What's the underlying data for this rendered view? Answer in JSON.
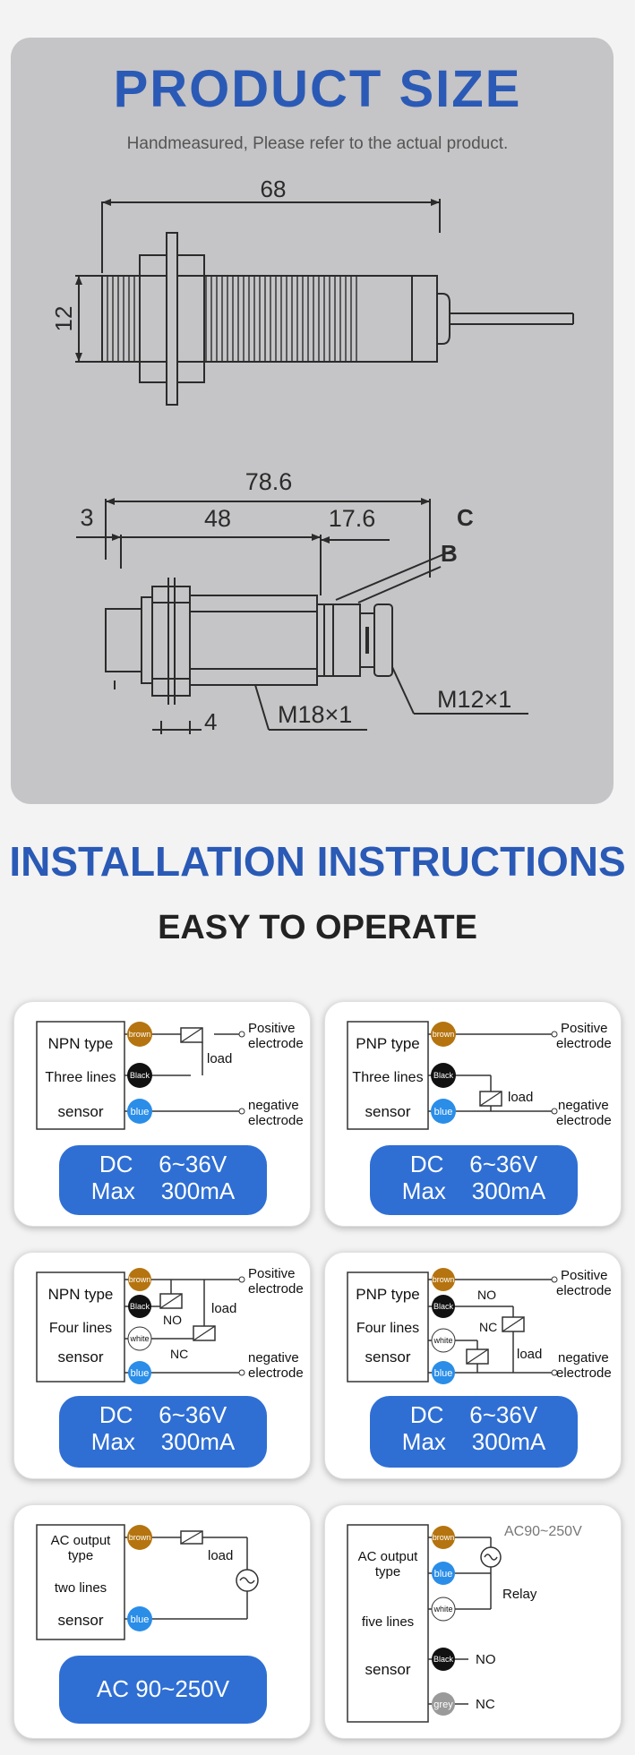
{
  "product_size": {
    "title": "PRODUCT SIZE",
    "subtitle": "Handmeasured, Please refer to the actual product.",
    "top_drawing": {
      "length": "68",
      "diameter": "12"
    },
    "bottom_drawing": {
      "total": "78.6",
      "left": "3",
      "body": "48",
      "tail": "17.6",
      "label_c": "C",
      "label_b": "B",
      "thread_main": "M18×1",
      "thread_connector": "M12×1",
      "nut": "4"
    }
  },
  "installation": {
    "title": "INSTALLATION INSTRUCTIONS",
    "subtitle": "EASY TO OPERATE"
  },
  "wires": {
    "brown": "brown",
    "black": "Black",
    "blue": "blue",
    "white": "white",
    "grey": "grey"
  },
  "wire_colors": {
    "brown": "#b5740f",
    "black": "#111111",
    "blue": "#2a8de8",
    "white": "#ffffff",
    "grey": "#9a9a9a"
  },
  "labels": {
    "positive": [
      "Positive",
      "electrode"
    ],
    "negative": [
      "negative",
      "electrode"
    ],
    "load": "load",
    "no": "NO",
    "nc": "NC",
    "relay": "Relay"
  },
  "cards": [
    {
      "type_lines": [
        "NPN type",
        "Three lines",
        "sensor"
      ],
      "spec": [
        "DC    6~36V",
        "Max    300mA"
      ]
    },
    {
      "type_lines": [
        "PNP type",
        "Three lines",
        "sensor"
      ],
      "spec": [
        "DC    6~36V",
        "Max    300mA"
      ]
    },
    {
      "type_lines": [
        "NPN type",
        "Four lines",
        "sensor"
      ],
      "spec": [
        "DC    6~36V",
        "Max    300mA"
      ]
    },
    {
      "type_lines": [
        "PNP type",
        "Four lines",
        "sensor"
      ],
      "spec": [
        "DC    6~36V",
        "Max    300mA"
      ]
    },
    {
      "type_lines": [
        "AC output",
        "type",
        "two lines",
        "sensor"
      ],
      "spec": [
        "AC 90~250V"
      ]
    },
    {
      "type_lines": [
        "AC output",
        "type",
        "five lines",
        "sensor"
      ],
      "ac_label": "AC90~250V"
    }
  ]
}
